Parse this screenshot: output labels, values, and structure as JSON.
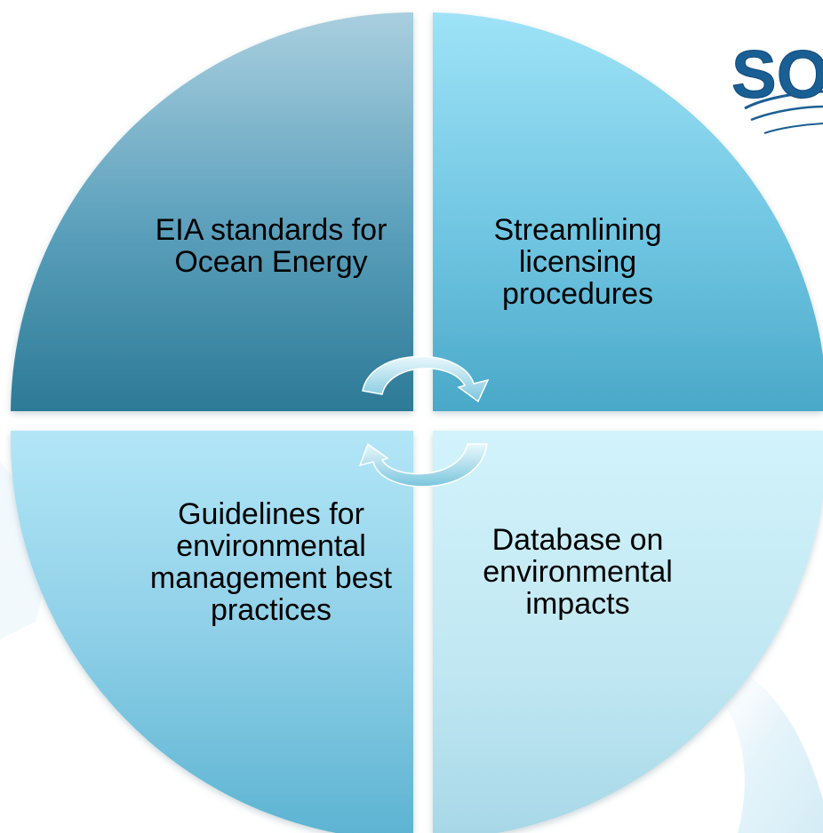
{
  "diagram": {
    "type": "segmented-cycle",
    "segments": [
      {
        "position": "top-left",
        "label": "EIA standards for Ocean Energy"
      },
      {
        "position": "top-right",
        "label": "Streamlining licensing procedures"
      },
      {
        "position": "bottom-left",
        "label": "Guidelines for environmental management best practices"
      },
      {
        "position": "bottom-right",
        "label": "Database on environmental impacts"
      }
    ],
    "logo": {
      "text": "SO"
    },
    "colors": {
      "tl_top": "#a9cfdf",
      "tl_bottom": "#2c7a96",
      "tr_top": "#9ee3f7",
      "tr_bottom": "#4aa8c8",
      "bl_top": "#b2e6f7",
      "bl_bottom": "#5db4d2",
      "br_top": "#c8eff9",
      "br_bottom": "#a8d8e8",
      "logo": "#1a5f94"
    }
  }
}
